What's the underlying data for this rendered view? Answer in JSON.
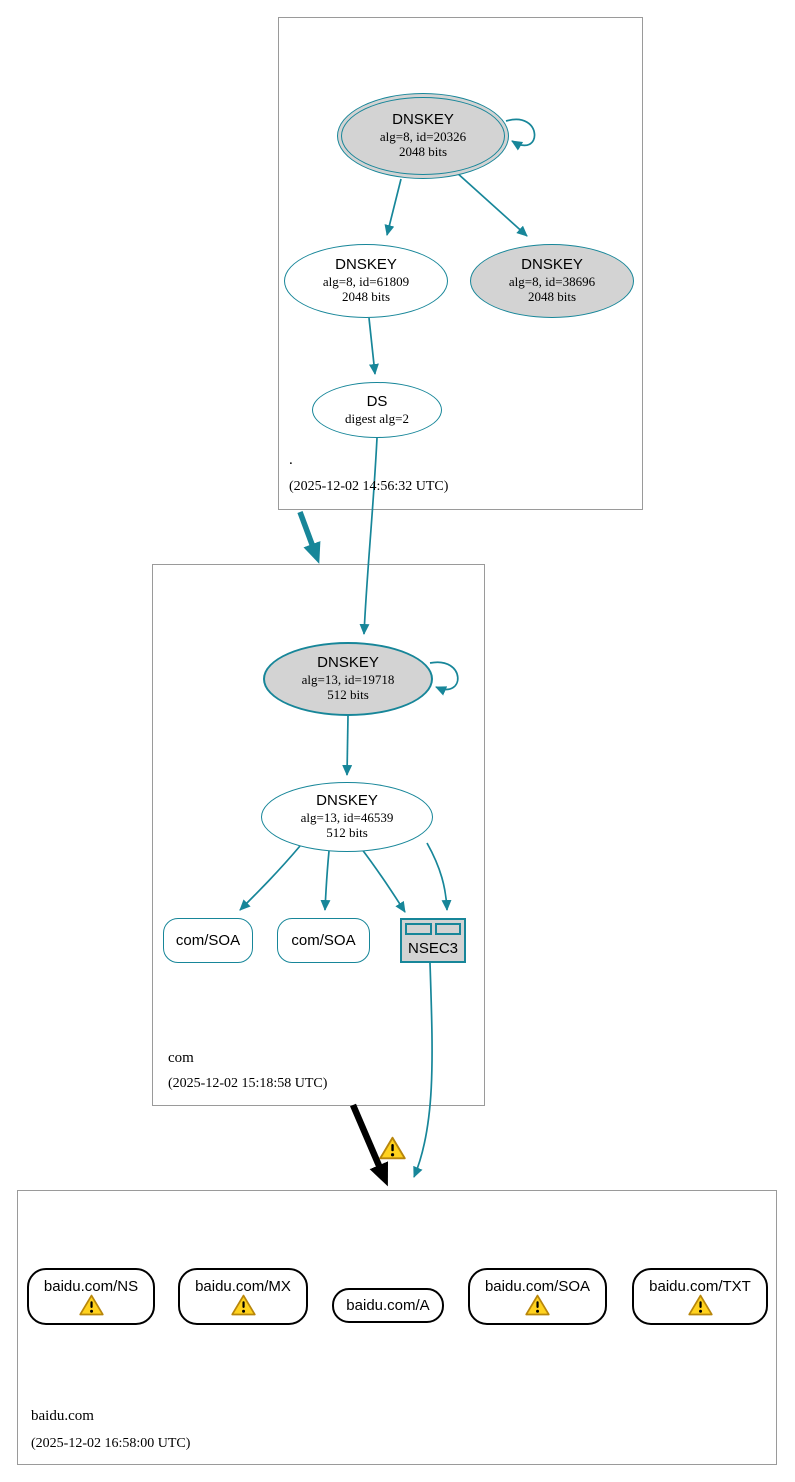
{
  "colors": {
    "secure_edge": "#178699",
    "insecure_edge": "#000000",
    "node_fill": "#d3d3d3",
    "warning_fill": "#ffd21e",
    "warning_border": "#b8860b",
    "zone_box_border": "#9a9a9a"
  },
  "zones": {
    "root": {
      "label": ".",
      "timestamp": "(2025-12-02 14:56:32 UTC)",
      "nodes": {
        "ksk": {
          "title": "DNSKEY",
          "alg": "alg=8, id=20326",
          "bits": "2048 bits"
        },
        "zsk": {
          "title": "DNSKEY",
          "alg": "alg=8, id=61809",
          "bits": "2048 bits"
        },
        "key38696": {
          "title": "DNSKEY",
          "alg": "alg=8, id=38696",
          "bits": "2048 bits"
        },
        "ds": {
          "title": "DS",
          "alg": "digest alg=2"
        }
      }
    },
    "com": {
      "label": "com",
      "timestamp": "(2025-12-02 15:18:58 UTC)",
      "nodes": {
        "ksk": {
          "title": "DNSKEY",
          "alg": "alg=13, id=19718",
          "bits": "512 bits"
        },
        "zsk": {
          "title": "DNSKEY",
          "alg": "alg=13, id=46539",
          "bits": "512 bits"
        },
        "soa1": {
          "label": "com/SOA"
        },
        "soa2": {
          "label": "com/SOA"
        },
        "nsec3": {
          "label": "NSEC3"
        }
      }
    },
    "baidu": {
      "label": "baidu.com",
      "timestamp": "(2025-12-02 16:58:00 UTC)",
      "nodes": {
        "ns": {
          "label": "baidu.com/NS"
        },
        "mx": {
          "label": "baidu.com/MX"
        },
        "a": {
          "label": "baidu.com/A"
        },
        "soa": {
          "label": "baidu.com/SOA"
        },
        "txt": {
          "label": "baidu.com/TXT"
        }
      }
    }
  }
}
